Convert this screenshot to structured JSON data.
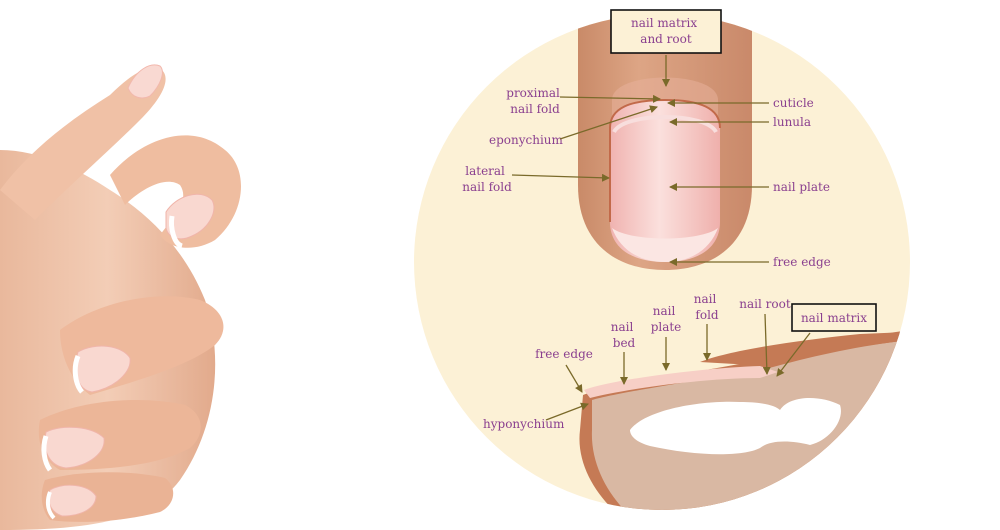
{
  "colors": {
    "label_text": "#8a3f8f",
    "arrow": "#7a6a2a",
    "background_circle": "#fcf1d6",
    "skin": "#dfa98a",
    "nail_plate": "#f6c9c6",
    "tissue": "#d9b8a3",
    "tissue_edge": "#c57a55"
  },
  "photo": {
    "subject": "hand with french manicure"
  },
  "top_diagram": {
    "boxed_label": [
      "nail matrix",
      "and root"
    ],
    "labels": {
      "proximal_nail_fold": [
        "proximal",
        "nail fold"
      ],
      "eponychium": [
        "eponychium"
      ],
      "lateral_nail_fold": [
        "lateral",
        "nail fold"
      ],
      "cuticle": [
        "cuticle"
      ],
      "lunula": [
        "lunula"
      ],
      "nail_plate": [
        "nail plate"
      ],
      "free_edge": [
        "free edge"
      ]
    }
  },
  "bottom_diagram": {
    "boxed_label": [
      "nail matrix"
    ],
    "labels": {
      "free_edge": [
        "free edge"
      ],
      "nail_bed": [
        "nail",
        "bed"
      ],
      "nail_plate": [
        "nail",
        "plate"
      ],
      "nail_fold": [
        "nail",
        "fold"
      ],
      "nail_root": [
        "nail root"
      ],
      "hyponychium": [
        "hyponychium"
      ]
    }
  }
}
